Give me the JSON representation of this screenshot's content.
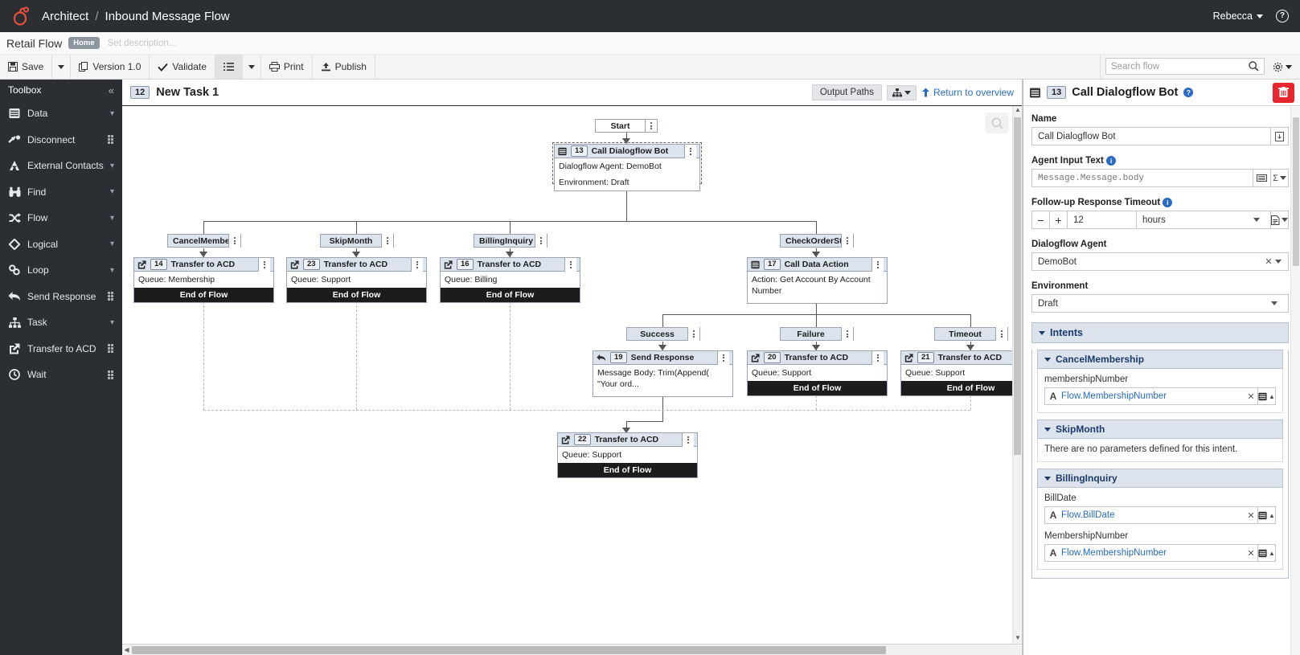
{
  "topbar": {
    "logo_icon": "genesys-logo-icon",
    "breadcrumb_app": "Architect",
    "breadcrumb_sep": "/",
    "breadcrumb_page": "Inbound Message Flow",
    "user_name": "Rebecca",
    "help_label": "?"
  },
  "flowtitle": {
    "name": "Retail Flow",
    "badge": "Home",
    "description_placeholder": "Set description..."
  },
  "toolbar": {
    "save": "Save",
    "version": "Version 1.0",
    "validate": "Validate",
    "print": "Print",
    "publish": "Publish",
    "search_placeholder": "Search flow"
  },
  "toolbox": {
    "title": "Toolbox",
    "collapse_icon": "chevron-double-left-icon",
    "items": [
      {
        "label": "Data",
        "icon": "database-icon",
        "right": "chevron"
      },
      {
        "label": "Disconnect",
        "icon": "disconnect-icon",
        "right": "drag"
      },
      {
        "label": "External Contacts",
        "icon": "contacts-icon",
        "right": "chevron"
      },
      {
        "label": "Find",
        "icon": "binoculars-icon",
        "right": "chevron"
      },
      {
        "label": "Flow",
        "icon": "shuffle-icon",
        "right": "chevron"
      },
      {
        "label": "Logical",
        "icon": "diamond-icon",
        "right": "chevron"
      },
      {
        "label": "Loop",
        "icon": "loop-icon",
        "right": "chevron"
      },
      {
        "label": "Send Response",
        "icon": "reply-arrow-icon",
        "right": "drag"
      },
      {
        "label": "Task",
        "icon": "sitemap-icon",
        "right": "chevron"
      },
      {
        "label": "Transfer to ACD",
        "icon": "transfer-icon",
        "right": "drag"
      },
      {
        "label": "Wait",
        "icon": "clock-icon",
        "right": "drag"
      }
    ]
  },
  "canvas_header": {
    "task_number": "12",
    "task_title": "New Task 1",
    "output_paths": "Output Paths",
    "return_to_overview": "Return to overview"
  },
  "canvas": {
    "start_label": "Start",
    "nodes": [
      {
        "id": "13",
        "title": "Call Dialogflow Bot",
        "icon": "database-icon",
        "lines": [
          "Dialogflow Agent: DemoBot",
          "Environment: Draft"
        ],
        "end_of_flow": null
      },
      {
        "id": "14",
        "title": "Transfer to ACD",
        "icon": "transfer-icon",
        "lines": [
          "Queue: Membership"
        ],
        "end_of_flow": "End of Flow"
      },
      {
        "id": "23",
        "title": "Transfer to ACD",
        "icon": "transfer-icon",
        "lines": [
          "Queue: Support"
        ],
        "end_of_flow": "End of Flow"
      },
      {
        "id": "16",
        "title": "Transfer to ACD",
        "icon": "transfer-icon",
        "lines": [
          "Queue: Billing"
        ],
        "end_of_flow": "End of Flow"
      },
      {
        "id": "17",
        "title": "Call Data Action",
        "icon": "database-icon",
        "lines": [
          "Action: Get Account By Account Number"
        ],
        "end_of_flow": null
      },
      {
        "id": "19",
        "title": "Send Response",
        "icon": "reply-arrow-icon",
        "lines": [
          "Message Body: Trim(Append( \"Your ord..."
        ],
        "end_of_flow": null
      },
      {
        "id": "20",
        "title": "Transfer to ACD",
        "icon": "transfer-icon",
        "lines": [
          "Queue: Support"
        ],
        "end_of_flow": "End of Flow"
      },
      {
        "id": "21",
        "title": "Transfer to ACD",
        "icon": "transfer-icon",
        "lines": [
          "Queue: Support"
        ],
        "end_of_flow": "End of Flow"
      },
      {
        "id": "22",
        "title": "Transfer to ACD",
        "icon": "transfer-icon",
        "lines": [
          "Queue: Support"
        ],
        "end_of_flow": "End of Flow"
      }
    ],
    "branches": [
      {
        "label": "CancelMembe..."
      },
      {
        "label": "SkipMonth"
      },
      {
        "label": "BillingInquiry"
      },
      {
        "label": "CheckOrderSta..."
      },
      {
        "label": "Success"
      },
      {
        "label": "Failure"
      },
      {
        "label": "Timeout"
      }
    ],
    "zoom_icon": "magnifier-icon"
  },
  "props": {
    "node_number": "13",
    "title": "Call Dialogflow Bot",
    "delete_icon": "trash-icon",
    "name_label": "Name",
    "name_value": "Call Dialogflow Bot",
    "agent_input_label": "Agent Input Text",
    "agent_input_value": "Message.Message.body",
    "timeout_label": "Follow-up Response Timeout",
    "timeout_value": "12",
    "timeout_unit": "hours",
    "timeout_minus": "−",
    "timeout_plus": "+",
    "agent_label": "Dialogflow Agent",
    "agent_value": "DemoBot",
    "env_label": "Environment",
    "env_value": "Draft",
    "intents_label": "Intents",
    "intents": [
      {
        "name": "CancelMembership",
        "params": [
          {
            "name": "membershipNumber",
            "value": "Flow.MembershipNumber"
          }
        ],
        "empty_text": null
      },
      {
        "name": "SkipMonth",
        "params": [],
        "empty_text": "There are no parameters defined for this intent."
      },
      {
        "name": "BillingInquiry",
        "params": [
          {
            "name": "BillDate",
            "value": "Flow.BillDate"
          },
          {
            "name": "MembershipNumber",
            "value": "Flow.MembershipNumber"
          }
        ],
        "empty_text": null
      }
    ]
  },
  "colors": {
    "topbar_bg": "#2b2f33",
    "accent_blue": "#2a6cc4",
    "node_header": "#dde3ec",
    "delete_red": "#e8262d",
    "end_of_flow": "#1c1c1c"
  }
}
